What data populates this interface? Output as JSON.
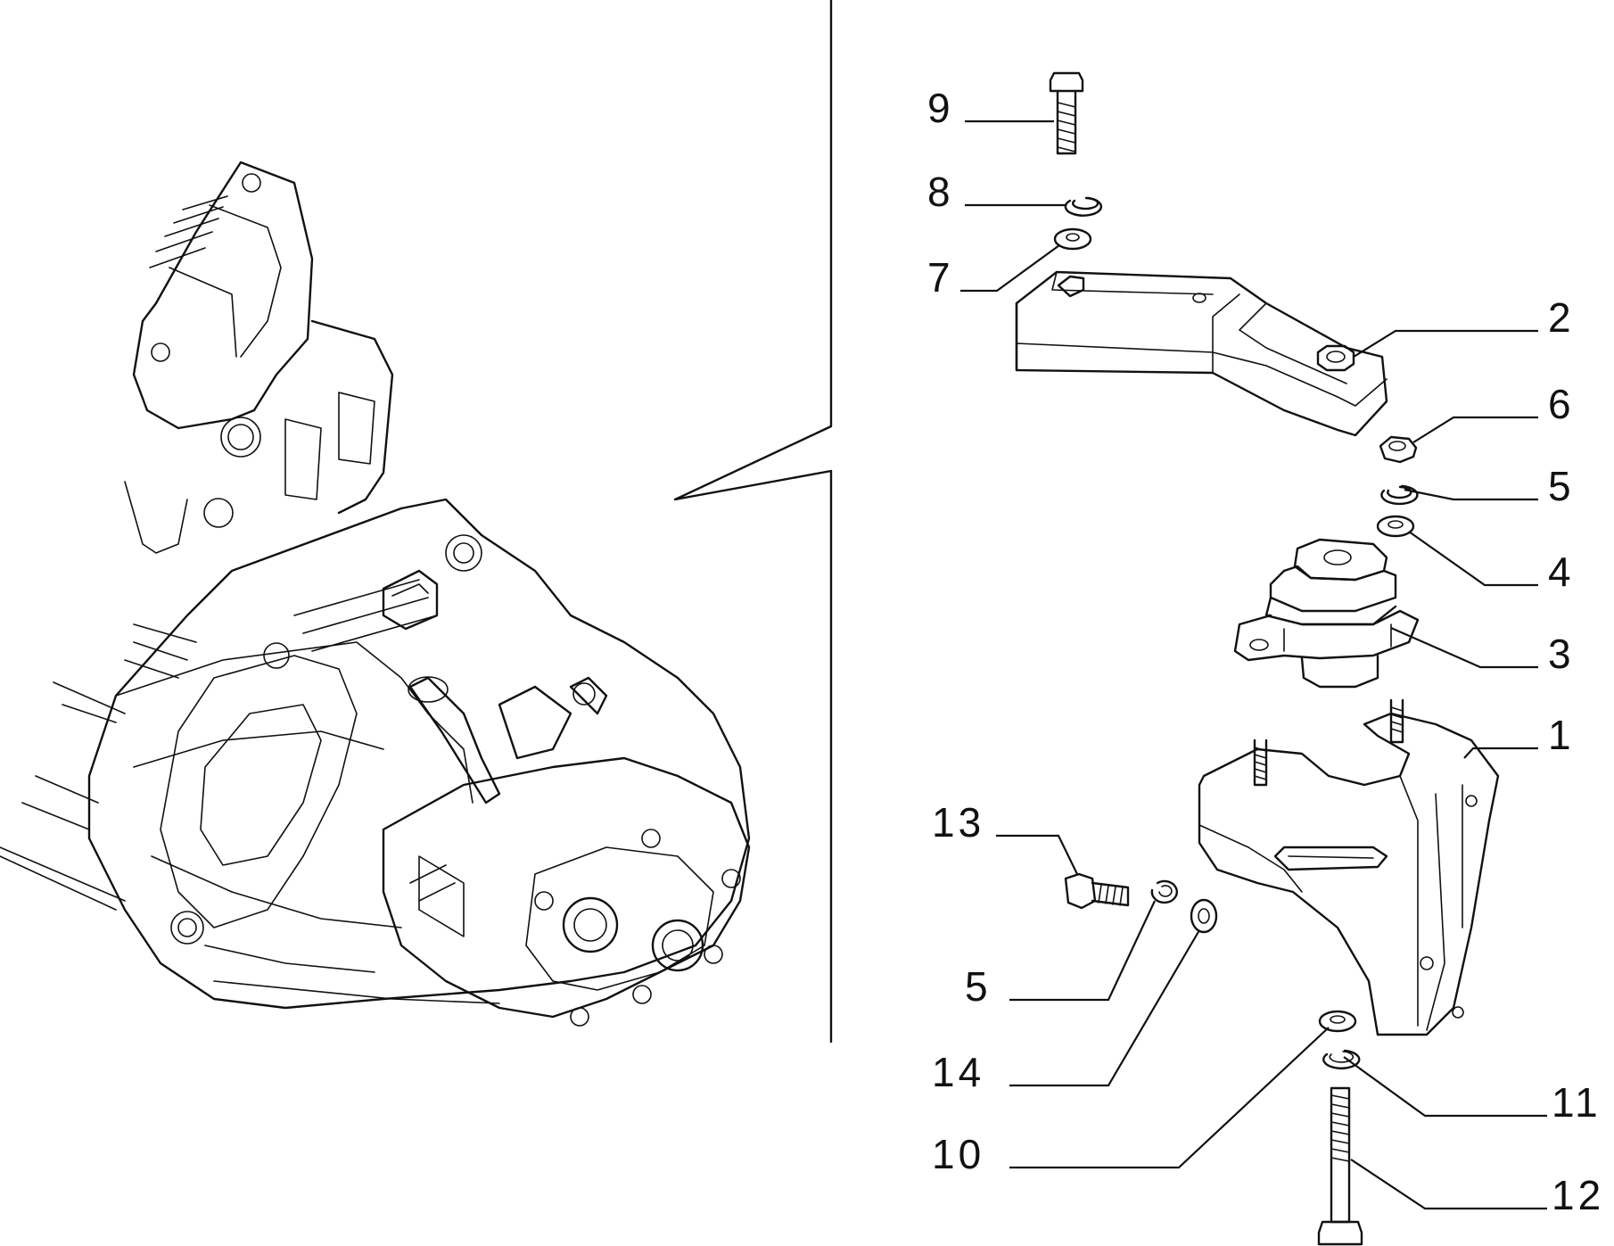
{
  "callouts": [
    {
      "id": "c9",
      "label": "9"
    },
    {
      "id": "c8",
      "label": "8"
    },
    {
      "id": "c7",
      "label": "7"
    },
    {
      "id": "c2",
      "label": "2"
    },
    {
      "id": "c6",
      "label": "6"
    },
    {
      "id": "c5a",
      "label": "5"
    },
    {
      "id": "c4",
      "label": "4"
    },
    {
      "id": "c3",
      "label": "3"
    },
    {
      "id": "c1",
      "label": "1"
    },
    {
      "id": "c13",
      "label": "13"
    },
    {
      "id": "c5b",
      "label": "5"
    },
    {
      "id": "c14",
      "label": "14"
    },
    {
      "id": "c10",
      "label": "10"
    },
    {
      "id": "c11",
      "label": "11"
    },
    {
      "id": "c12",
      "label": "12"
    }
  ],
  "colors": {
    "ink": "#111111",
    "paper": "#ffffff"
  }
}
